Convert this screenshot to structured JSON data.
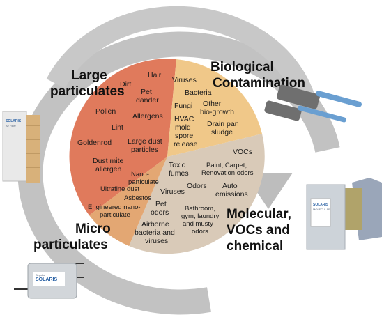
{
  "segments": {
    "large": {
      "title": [
        "Large",
        "particulates"
      ],
      "color": "#e07a5c",
      "items": [
        "Hair",
        "Dirt",
        "Pet dander",
        "Pollen",
        "Allergens",
        "Lint",
        "Goldenrod",
        "Large dust particles",
        "Dust mite allergen"
      ]
    },
    "biological": {
      "title": [
        "Biological",
        "Contamination"
      ],
      "color": "#f0c889",
      "items": [
        "Viruses",
        "Bacteria",
        "Fungi",
        "Other bio-growth",
        "HVAC mold spore release",
        "Drain pan sludge"
      ]
    },
    "molecular": {
      "title": [
        "Molecular,",
        "VOCs and",
        "chemical"
      ],
      "color": "#d9cab8",
      "items": [
        "VOCs",
        "Paint, Carpet, Renovation odors",
        "Toxic fumes",
        "Odors",
        "Auto emissions",
        "Viruses",
        "Pet odors",
        "Bathroom, gym, laundry and musty odors",
        "Airborne bacteria and viruses"
      ]
    },
    "micro": {
      "title": [
        "Micro",
        "particulates"
      ],
      "color": "#e3a773",
      "items": [
        "Nano-particulate",
        "Ultrafine dust",
        "Asbestos",
        "Engineered nano-particulate"
      ]
    }
  },
  "devices": {
    "filter_brand": "SOLARIS",
    "filter_caption": "Air Filter",
    "box_brand": "SOLARIS",
    "box_caption": "MOLECULAR",
    "ionizer_brand": "SOLARIS",
    "ionizer_caption": "Bi-polar"
  },
  "colors": {
    "ring": "#c2c2c2",
    "uv_tube": "#6a9fd1"
  }
}
